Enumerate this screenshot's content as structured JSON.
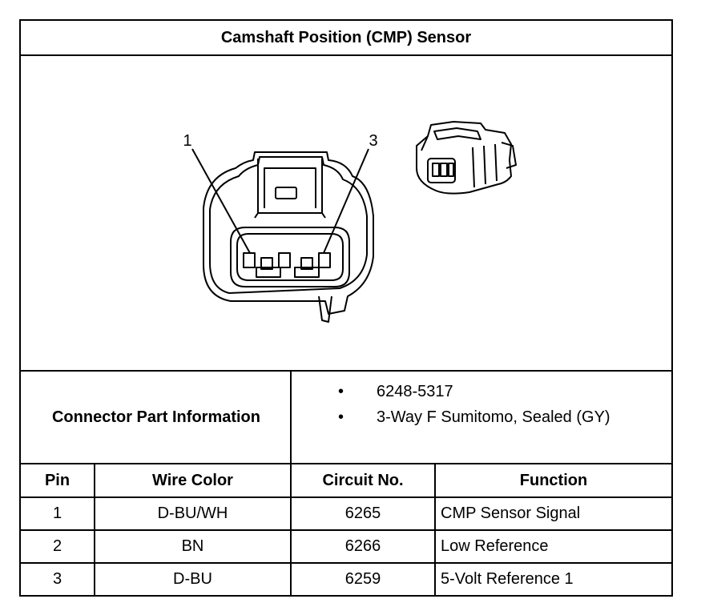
{
  "title": "Camshaft Position (CMP) Sensor",
  "diagram": {
    "pin_label_left": "1",
    "pin_label_right": "3"
  },
  "connector_info": {
    "label": "Connector Part Information",
    "items": [
      "6248-5317",
      "3-Way F Sumitomo, Sealed (GY)"
    ],
    "bullet": "•"
  },
  "table": {
    "headers": [
      "Pin",
      "Wire Color",
      "Circuit No.",
      "Function"
    ],
    "rows": [
      [
        "1",
        "D-BU/WH",
        "6265",
        "CMP Sensor Signal"
      ],
      [
        "2",
        "BN",
        "6266",
        "Low Reference"
      ],
      [
        "3",
        "D-BU",
        "6259",
        "5-Volt Reference 1"
      ]
    ]
  }
}
